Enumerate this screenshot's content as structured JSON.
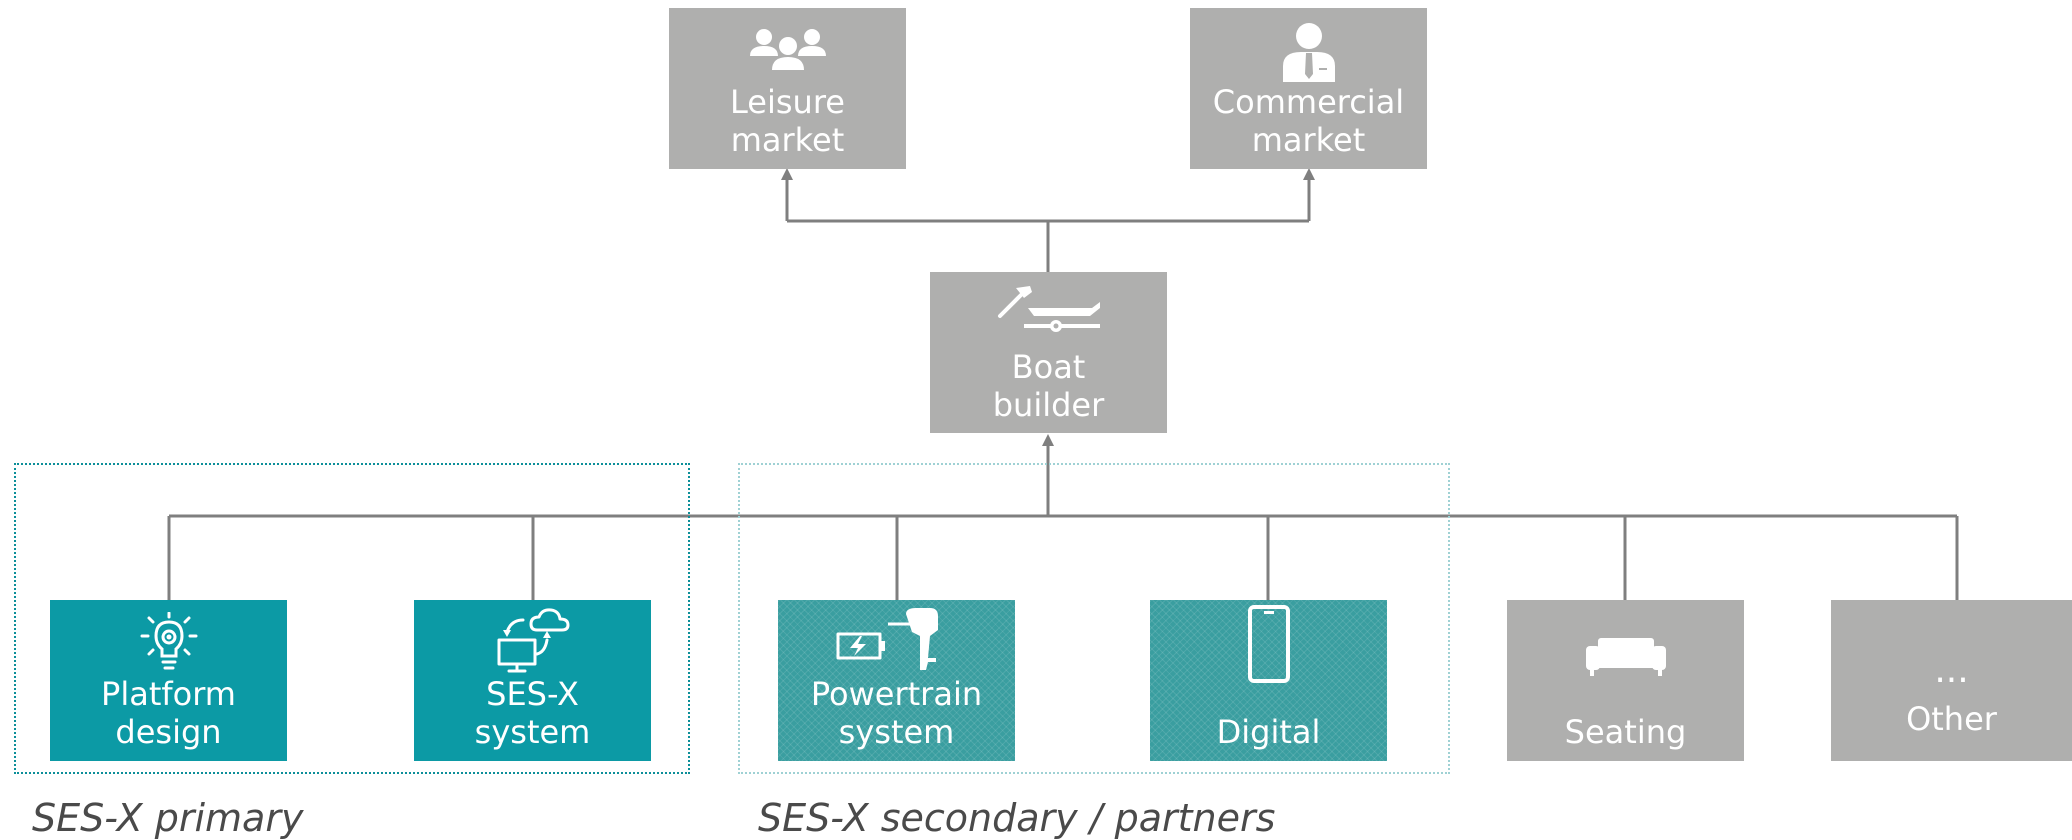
{
  "nodes": {
    "leisure_market": {
      "label": "Leisure\nmarket",
      "icon": "people-group-icon"
    },
    "commercial_market": {
      "label": "Commercial\nmarket",
      "icon": "businessman-icon"
    },
    "boat_builder": {
      "label": "Boat\nbuilder",
      "icon": "hammer-boat-trailer-icon"
    },
    "platform_design": {
      "label": "Platform\ndesign",
      "icon": "lightbulb-gear-icon"
    },
    "sesx_system": {
      "label": "SES-X\nsystem",
      "icon": "computer-cloud-sync-icon"
    },
    "powertrain_system": {
      "label": "Powertrain\nsystem",
      "icon": "battery-outboard-motor-icon"
    },
    "digital": {
      "label": "Digital",
      "icon": "smartphone-icon"
    },
    "seating": {
      "label": "Seating",
      "icon": "sofa-icon"
    },
    "other": {
      "label": "Other",
      "icon": "ellipsis-icon",
      "ellipsis": "..."
    }
  },
  "groups": {
    "primary": {
      "caption": "SES-X primary"
    },
    "secondary": {
      "caption": "SES-X secondary / partners"
    }
  },
  "colors": {
    "grey_box": "#afafae",
    "teal_box": "#0c9aa5",
    "hatched_box": "#3a9ea0",
    "connector": "#7f7f7f"
  }
}
